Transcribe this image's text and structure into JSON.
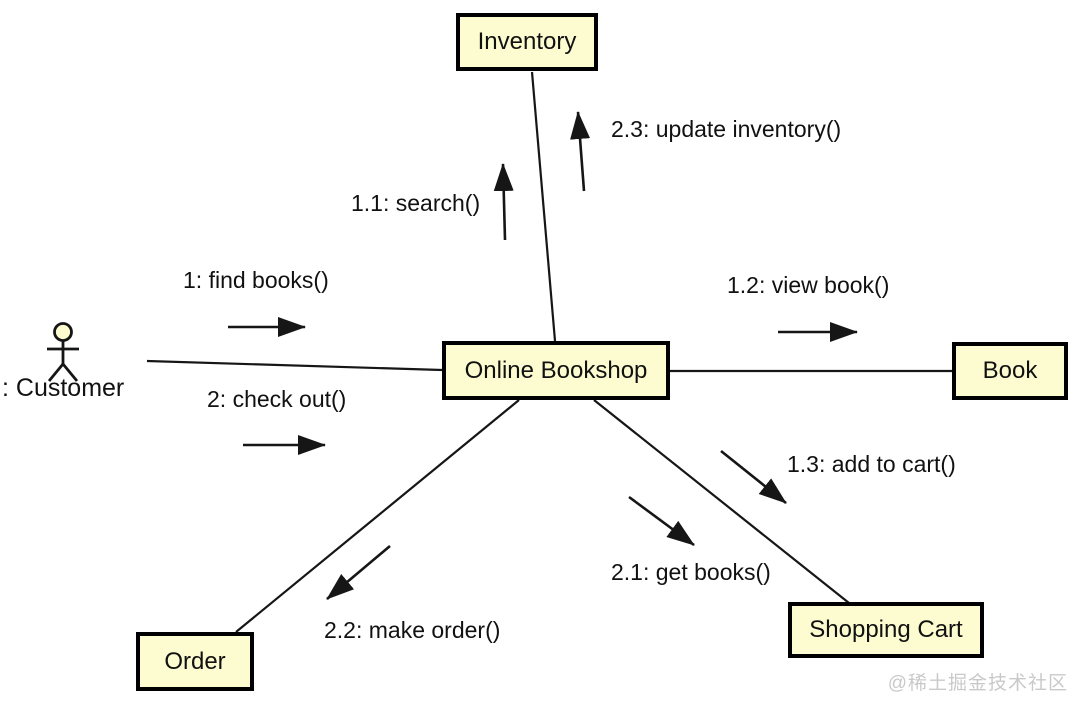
{
  "nodes": {
    "inventory": {
      "label": "Inventory"
    },
    "online_bookshop": {
      "label": "Online Bookshop"
    },
    "book": {
      "label": "Book"
    },
    "order": {
      "label": "Order"
    },
    "shopping_cart": {
      "label": "Shopping Cart"
    }
  },
  "actor": {
    "label": ": Customer"
  },
  "messages": {
    "find_books": {
      "label": "1: find books()",
      "direction": "right"
    },
    "check_out": {
      "label": "2: check out()",
      "direction": "right"
    },
    "search": {
      "label": "1.1: search()",
      "direction": "up"
    },
    "update_inventory": {
      "label": "2.3: update inventory()",
      "direction": "up"
    },
    "view_book": {
      "label": "1.2: view book()",
      "direction": "right"
    },
    "add_to_cart": {
      "label": "1.3: add to cart()",
      "direction": "down-right"
    },
    "get_books": {
      "label": "2.1: get books()",
      "direction": "down-right"
    },
    "make_order": {
      "label": "2.2: make order()",
      "direction": "down-left"
    }
  },
  "watermark": {
    "text": "@稀土掘金技术社区"
  },
  "colors": {
    "node_fill": "#FCFCD0",
    "node_border": "#000000",
    "line": "#161616",
    "text": "#111111",
    "watermark": "#c9c9c9",
    "background": "#ffffff"
  }
}
